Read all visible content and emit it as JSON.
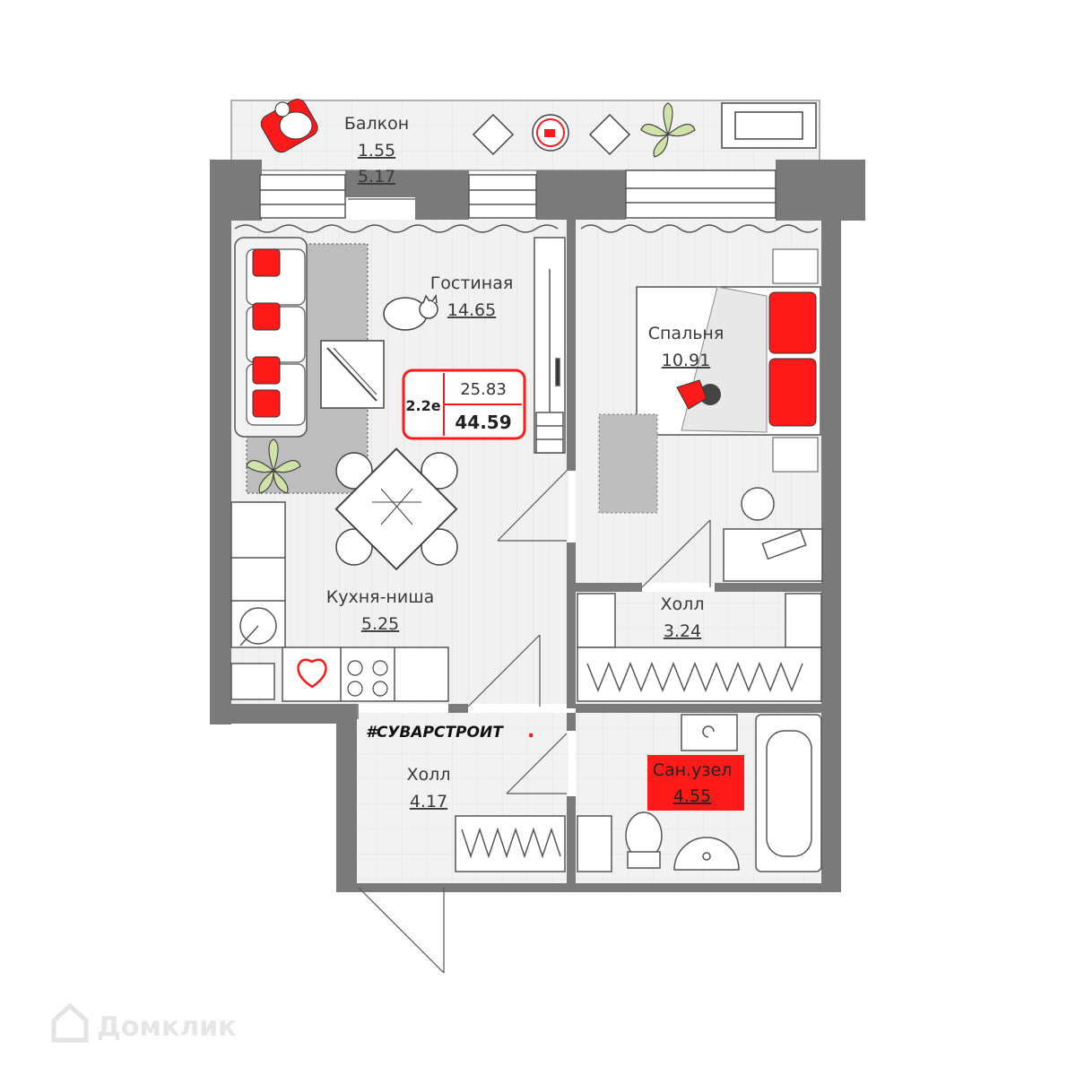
{
  "rooms": {
    "balcony": {
      "name": "Балкон",
      "area1": "1.55",
      "area2": "5.17"
    },
    "living": {
      "name": "Гостиная",
      "area": "14.65"
    },
    "bedroom": {
      "name": "Спальня",
      "area": "10.91"
    },
    "kitchen": {
      "name": "Кухня-ниша",
      "area": "5.25"
    },
    "hall_right": {
      "name": "Холл",
      "area": "3.24"
    },
    "hall_left": {
      "name": "Холл",
      "area": "4.17"
    },
    "bathroom": {
      "name": "Сан.узел",
      "area": "4.55"
    }
  },
  "summary": {
    "type": "2.2e",
    "living_area": "25.83",
    "total_area": "44.59"
  },
  "brand": {
    "name": "#СУВАРСТРОИТ",
    "dot": "."
  },
  "watermark": {
    "text": "Домклик",
    "icon": "house-icon"
  },
  "colors": {
    "accent": "#ff1a1a",
    "wall": "#7a7a7a",
    "floor": "#eeeeee",
    "rug": "#bdbdbd"
  }
}
